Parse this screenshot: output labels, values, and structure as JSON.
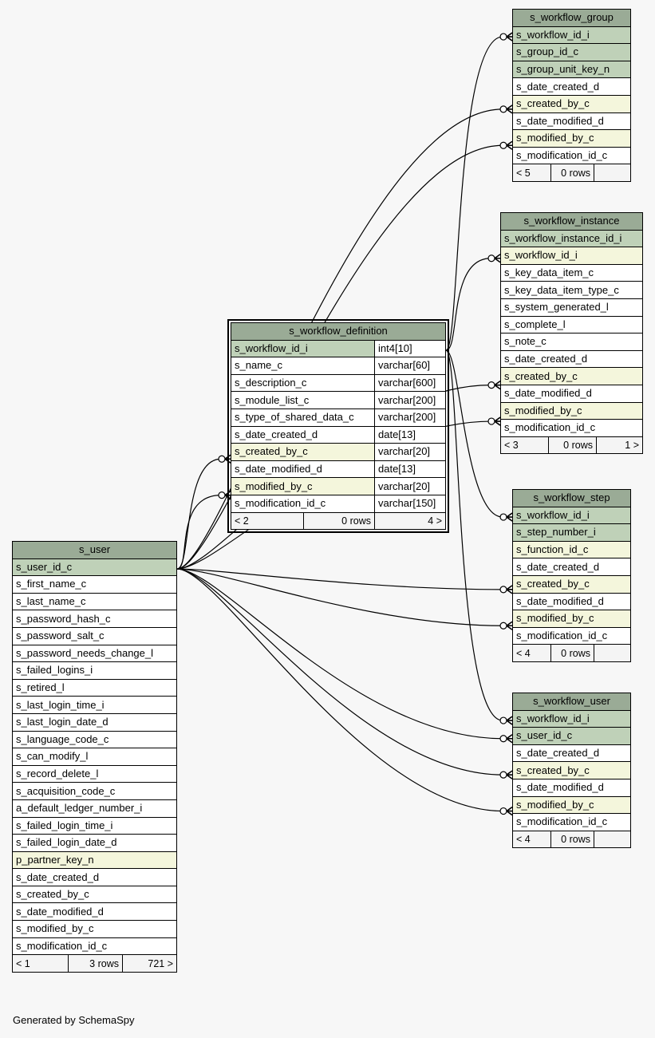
{
  "footer": "Generated by SchemaSpy",
  "tables": {
    "s_workflow_group": {
      "name": "s_workflow_group",
      "columns": [
        {
          "name": "s_workflow_id_i",
          "kind": "pk"
        },
        {
          "name": "s_group_id_c",
          "kind": "pk"
        },
        {
          "name": "s_group_unit_key_n",
          "kind": "pk"
        },
        {
          "name": "s_date_created_d",
          "kind": "plain"
        },
        {
          "name": "s_created_by_c",
          "kind": "fk"
        },
        {
          "name": "s_date_modified_d",
          "kind": "plain"
        },
        {
          "name": "s_modified_by_c",
          "kind": "fk"
        },
        {
          "name": "s_modification_id_c",
          "kind": "plain"
        }
      ],
      "footer": {
        "parents": "< 5",
        "rows": "0 rows",
        "children": ""
      }
    },
    "s_workflow_instance": {
      "name": "s_workflow_instance",
      "columns": [
        {
          "name": "s_workflow_instance_id_i",
          "kind": "pk"
        },
        {
          "name": "s_workflow_id_i",
          "kind": "fk"
        },
        {
          "name": "s_key_data_item_c",
          "kind": "plain"
        },
        {
          "name": "s_key_data_item_type_c",
          "kind": "plain"
        },
        {
          "name": "s_system_generated_l",
          "kind": "plain"
        },
        {
          "name": "s_complete_l",
          "kind": "plain"
        },
        {
          "name": "s_note_c",
          "kind": "plain"
        },
        {
          "name": "s_date_created_d",
          "kind": "plain"
        },
        {
          "name": "s_created_by_c",
          "kind": "fk"
        },
        {
          "name": "s_date_modified_d",
          "kind": "plain"
        },
        {
          "name": "s_modified_by_c",
          "kind": "fk"
        },
        {
          "name": "s_modification_id_c",
          "kind": "plain"
        }
      ],
      "footer": {
        "parents": "< 3",
        "rows": "0 rows",
        "children": "1 >"
      }
    },
    "s_workflow_definition": {
      "name": "s_workflow_definition",
      "columns": [
        {
          "name": "s_workflow_id_i",
          "type": "int4[10]",
          "kind": "pk"
        },
        {
          "name": "s_name_c",
          "type": "varchar[60]",
          "kind": "plain"
        },
        {
          "name": "s_description_c",
          "type": "varchar[600]",
          "kind": "plain"
        },
        {
          "name": "s_module_list_c",
          "type": "varchar[200]",
          "kind": "plain"
        },
        {
          "name": "s_type_of_shared_data_c",
          "type": "varchar[200]",
          "kind": "plain"
        },
        {
          "name": "s_date_created_d",
          "type": "date[13]",
          "kind": "plain"
        },
        {
          "name": "s_created_by_c",
          "type": "varchar[20]",
          "kind": "fk"
        },
        {
          "name": "s_date_modified_d",
          "type": "date[13]",
          "kind": "plain"
        },
        {
          "name": "s_modified_by_c",
          "type": "varchar[20]",
          "kind": "fk"
        },
        {
          "name": "s_modification_id_c",
          "type": "varchar[150]",
          "kind": "plain"
        }
      ],
      "footer": {
        "parents": "< 2",
        "rows": "0 rows",
        "children": "4 >"
      }
    },
    "s_workflow_step": {
      "name": "s_workflow_step",
      "columns": [
        {
          "name": "s_workflow_id_i",
          "kind": "pk"
        },
        {
          "name": "s_step_number_i",
          "kind": "pk"
        },
        {
          "name": "s_function_id_c",
          "kind": "fk"
        },
        {
          "name": "s_date_created_d",
          "kind": "plain"
        },
        {
          "name": "s_created_by_c",
          "kind": "fk"
        },
        {
          "name": "s_date_modified_d",
          "kind": "plain"
        },
        {
          "name": "s_modified_by_c",
          "kind": "fk"
        },
        {
          "name": "s_modification_id_c",
          "kind": "plain"
        }
      ],
      "footer": {
        "parents": "< 4",
        "rows": "0 rows",
        "children": ""
      }
    },
    "s_workflow_user": {
      "name": "s_workflow_user",
      "columns": [
        {
          "name": "s_workflow_id_i",
          "kind": "pk"
        },
        {
          "name": "s_user_id_c",
          "kind": "pk"
        },
        {
          "name": "s_date_created_d",
          "kind": "plain"
        },
        {
          "name": "s_created_by_c",
          "kind": "fk"
        },
        {
          "name": "s_date_modified_d",
          "kind": "plain"
        },
        {
          "name": "s_modified_by_c",
          "kind": "fk"
        },
        {
          "name": "s_modification_id_c",
          "kind": "plain"
        }
      ],
      "footer": {
        "parents": "< 4",
        "rows": "0 rows",
        "children": ""
      }
    },
    "s_user": {
      "name": "s_user",
      "columns": [
        {
          "name": "s_user_id_c",
          "kind": "pk"
        },
        {
          "name": "s_first_name_c",
          "kind": "plain"
        },
        {
          "name": "s_last_name_c",
          "kind": "plain"
        },
        {
          "name": "s_password_hash_c",
          "kind": "plain"
        },
        {
          "name": "s_password_salt_c",
          "kind": "plain"
        },
        {
          "name": "s_password_needs_change_l",
          "kind": "plain"
        },
        {
          "name": "s_failed_logins_i",
          "kind": "plain"
        },
        {
          "name": "s_retired_l",
          "kind": "plain"
        },
        {
          "name": "s_last_login_time_i",
          "kind": "plain"
        },
        {
          "name": "s_last_login_date_d",
          "kind": "plain"
        },
        {
          "name": "s_language_code_c",
          "kind": "plain"
        },
        {
          "name": "s_can_modify_l",
          "kind": "plain"
        },
        {
          "name": "s_record_delete_l",
          "kind": "plain"
        },
        {
          "name": "s_acquisition_code_c",
          "kind": "plain"
        },
        {
          "name": "a_default_ledger_number_i",
          "kind": "plain"
        },
        {
          "name": "s_failed_login_time_i",
          "kind": "plain"
        },
        {
          "name": "s_failed_login_date_d",
          "kind": "plain"
        },
        {
          "name": "p_partner_key_n",
          "kind": "fk"
        },
        {
          "name": "s_date_created_d",
          "kind": "plain"
        },
        {
          "name": "s_created_by_c",
          "kind": "plain"
        },
        {
          "name": "s_date_modified_d",
          "kind": "plain"
        },
        {
          "name": "s_modified_by_c",
          "kind": "plain"
        },
        {
          "name": "s_modification_id_c",
          "kind": "plain"
        }
      ],
      "footer": {
        "parents": "< 1",
        "rows": "3 rows",
        "children": "721 >"
      }
    }
  },
  "relationships": [
    {
      "from": "s_workflow_definition.s_workflow_id_i",
      "to": "s_workflow_group.s_workflow_id_i"
    },
    {
      "from": "s_workflow_definition.s_workflow_id_i",
      "to": "s_workflow_instance.s_workflow_id_i"
    },
    {
      "from": "s_workflow_definition.s_workflow_id_i",
      "to": "s_workflow_step.s_workflow_id_i"
    },
    {
      "from": "s_workflow_definition.s_workflow_id_i",
      "to": "s_workflow_user.s_workflow_id_i"
    },
    {
      "from": "s_user.s_user_id_c",
      "to": "s_workflow_group.s_created_by_c"
    },
    {
      "from": "s_user.s_user_id_c",
      "to": "s_workflow_group.s_modified_by_c"
    },
    {
      "from": "s_user.s_user_id_c",
      "to": "s_workflow_instance.s_created_by_c"
    },
    {
      "from": "s_user.s_user_id_c",
      "to": "s_workflow_instance.s_modified_by_c"
    },
    {
      "from": "s_user.s_user_id_c",
      "to": "s_workflow_definition.s_created_by_c"
    },
    {
      "from": "s_user.s_user_id_c",
      "to": "s_workflow_definition.s_modified_by_c"
    },
    {
      "from": "s_user.s_user_id_c",
      "to": "s_workflow_step.s_created_by_c"
    },
    {
      "from": "s_user.s_user_id_c",
      "to": "s_workflow_step.s_modified_by_c"
    },
    {
      "from": "s_user.s_user_id_c",
      "to": "s_workflow_user.s_user_id_c"
    },
    {
      "from": "s_user.s_user_id_c",
      "to": "s_workflow_user.s_created_by_c"
    },
    {
      "from": "s_user.s_user_id_c",
      "to": "s_workflow_user.s_modified_by_c"
    }
  ]
}
